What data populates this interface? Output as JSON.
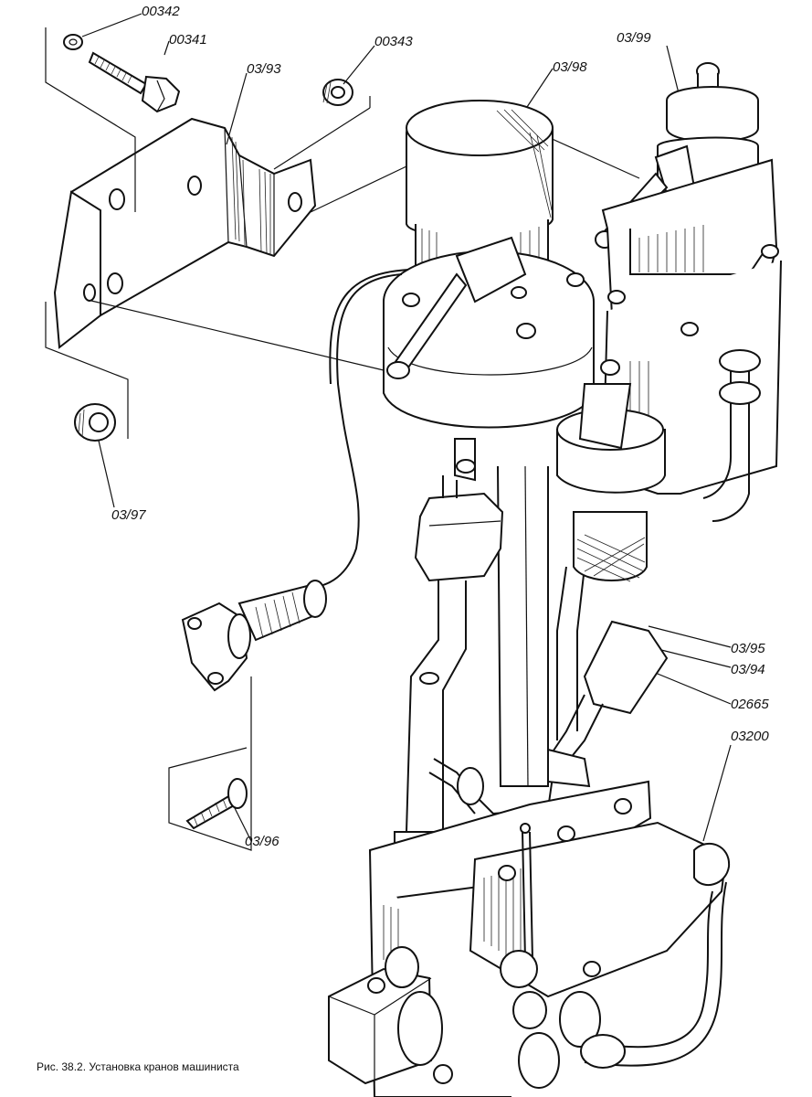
{
  "labels": {
    "l00342": "00342",
    "l00341": "00341",
    "l00343": "00343",
    "l03193": "03/93",
    "l03198": "03/98",
    "l03199": "03/99",
    "l03197": "03/97",
    "l03195": "03/95",
    "l03194": "03/94",
    "l02665": "02665",
    "l03200": "03200",
    "l03196": "03/96"
  },
  "caption": "Рис. 38.2. Установка кранов машиниста"
}
